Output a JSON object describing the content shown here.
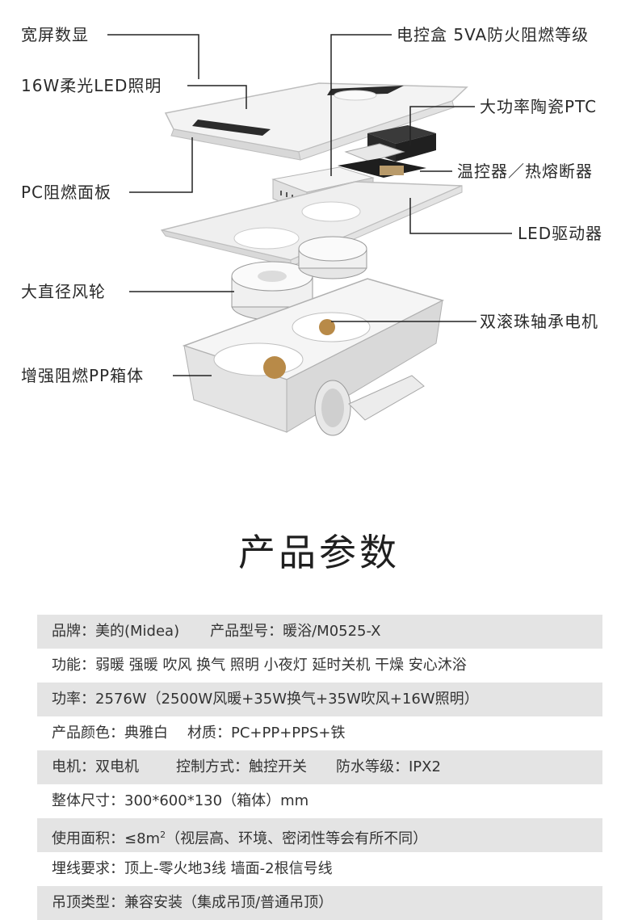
{
  "diagram": {
    "labels": {
      "wide_display": "宽屏数显",
      "led_light": "16W柔光LED照明",
      "pc_panel": "PC阻燃面板",
      "control_box": "电控盒 5VA防火阻燃等级",
      "ptc": "大功率陶瓷PTC",
      "thermostat": "温控器／热熔断器",
      "led_driver": "LED驱动器",
      "fan_wheel": "大直径风轮",
      "motor": "双滚珠轴承电机",
      "pp_box": "增强阻燃PP箱体"
    }
  },
  "section_title": "产品参数",
  "params": {
    "r1a": "品牌：美的(Midea)",
    "r1b": "产品型号：暖浴/M0525-X",
    "r2": "功能：弱暖 强暖 吹风 换气 照明 小夜灯 延时关机 干燥 安心沐浴",
    "r3": "功率：2576W（2500W风暖+35W换气+35W吹风+16W照明）",
    "r4a": "产品颜色：典雅白",
    "r4b": "材质：PC+PP+PPS+铁",
    "r5a": "电机：双电机",
    "r5b": "控制方式：触控开关",
    "r5c": "防水等级：IPX2",
    "r6": "整体尺寸：300*600*130（箱体）mm",
    "r7a": "使用面积：≤8m",
    "r7sup": "2",
    "r7b": "（视层高、环境、密闭性等会有所不同）",
    "r8": "埋线要求：顶上-零火地3线 墙面-2根信号线",
    "r9": "吊顶类型：兼容安装（集成吊顶/普通吊顶）"
  }
}
